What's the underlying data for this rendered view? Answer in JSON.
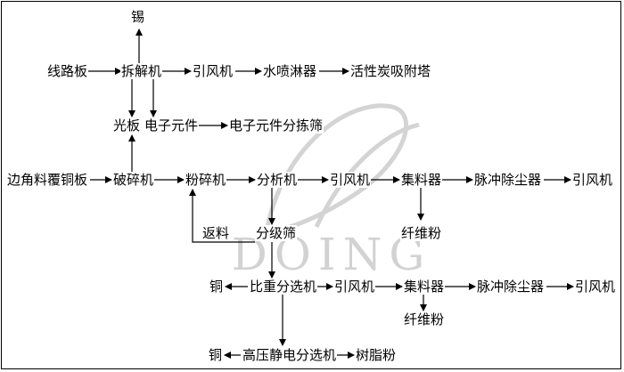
{
  "nodes": {
    "tin": "锡",
    "circuit_board": "线路板",
    "dismantler": "拆解机",
    "fan_1": "引风机",
    "water_spray_tower": "水喷淋器",
    "activated_carbon_tower": "活性炭吸附塔",
    "bare_board": "光板",
    "electronic_components": "电子元件",
    "component_sorting_screen": "电子元件分拣筛",
    "ccl_scraps": "边角料覆铜板",
    "crusher": "破碎机",
    "pulverizer": "粉碎机",
    "analyzer": "分析机",
    "fan_2": "引风机",
    "collector_1": "集料器",
    "pulse_dust_collector_1": "脉冲除尘器",
    "fan_3": "引风机",
    "fiber_powder_1": "纤维粉",
    "return_material": "返料",
    "classifying_screen": "分级筛",
    "copper_1": "铜",
    "gravity_separator": "比重分选机",
    "fan_4": "引风机",
    "collector_2": "集料器",
    "pulse_dust_collector_2": "脉冲除尘器",
    "fan_5": "引风机",
    "fiber_powder_2": "纤维粉",
    "copper_2": "铜",
    "electrostatic_separator": "高压静电分选机",
    "resin_powder": "树脂粉"
  },
  "watermark": {
    "text": "DOING",
    "color": "#c8c8c8"
  },
  "colors": {
    "line": "#000000",
    "background": "#ffffff"
  }
}
